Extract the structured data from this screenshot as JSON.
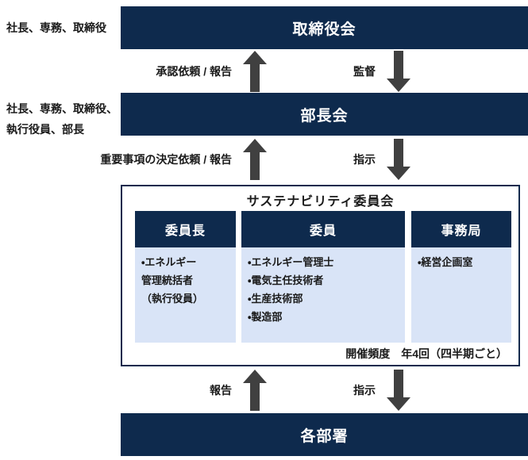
{
  "colors": {
    "navy": "#0e2a4d",
    "light_blue": "#d9e4f7",
    "arrow_gray": "#404040",
    "text_black": "#1a1a1a"
  },
  "boards": {
    "directors": {
      "label": "取締役会",
      "side_note": "社長、専務、取締役"
    },
    "managers": {
      "label": "部長会",
      "side_note_line1": "社長、専務、取締役、",
      "side_note_line2": "執行役員、部長"
    },
    "departments": {
      "label": "各部署"
    }
  },
  "flows": {
    "gap1": {
      "up_label": "承認依頼 / 報告",
      "down_label": "監督"
    },
    "gap2": {
      "up_label": "重要事項の決定依頼 / 報告",
      "down_label": "指示"
    },
    "gap3": {
      "up_label": "報告",
      "down_label": "指示"
    }
  },
  "committee": {
    "title": "サステナビリティ委員会",
    "columns": [
      {
        "header": "委員長",
        "items": [
          "・エネルギー",
          "管理統括者",
          "（執行役員）"
        ]
      },
      {
        "header": "委員",
        "items": [
          "・エネルギー管理士",
          "・電気主任技術者",
          "・生産技術部",
          "・製造部"
        ]
      },
      {
        "header": "事務局",
        "items": [
          "・経営企画室"
        ]
      }
    ],
    "frequency_note": "開催頻度　年4回（四半期ごと）"
  }
}
